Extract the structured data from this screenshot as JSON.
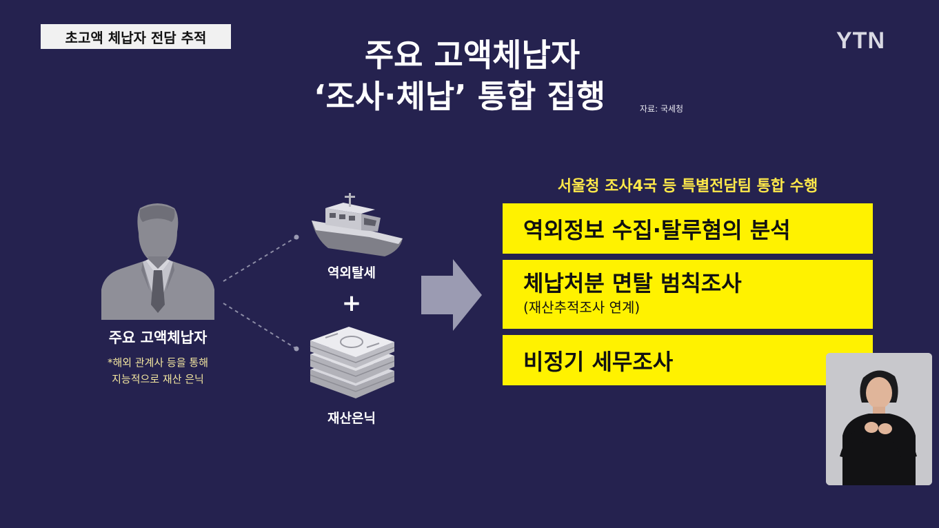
{
  "topic_tag": "초고액 체납자 전담 추적",
  "logo": "YTN",
  "title": {
    "line1": "주요 고액체납자",
    "line2": "‘조사·체납’ 통합 집행",
    "source": "자료: 국세청"
  },
  "left": {
    "person_label": "주요 고액체납자",
    "note_line1": "*해외 관계사 등을 통해",
    "note_line2": "지능적으로 재산 은닉"
  },
  "middle": {
    "boat_label": "역외탈세",
    "plus": "+",
    "money_label": "재산은닉"
  },
  "panel": {
    "heading": "서울청 조사4국 등 특별전담팀 통합 수행",
    "item1": "역외정보 수집·탈루혐의 분석",
    "item2_main": "체납처분 면탈 범칙조사",
    "item2_sub": "(재산추적조사 연계)",
    "item3": "비정기 세무조사"
  },
  "colors": {
    "background": "#25224f",
    "highlight": "#fff200",
    "heading_yellow": "#ffe94a"
  }
}
